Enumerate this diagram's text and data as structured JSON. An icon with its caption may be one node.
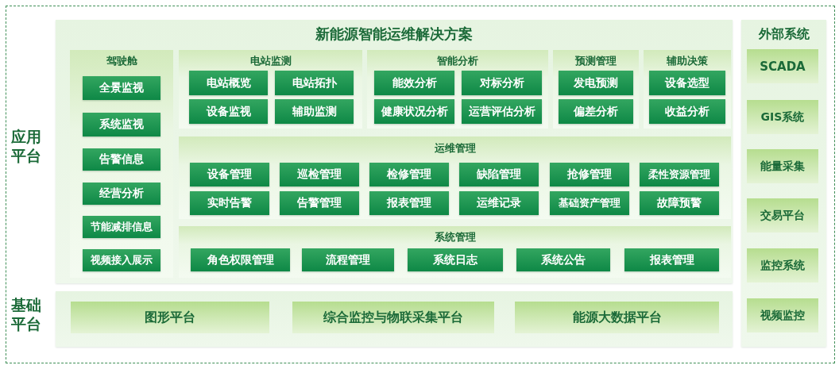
{
  "diagram": {
    "nodes": [
      {
        "text": [
          "新能源智能运维解决方案"
        ],
        "beside": [
          "应用平台"
        ]
      },
      {
        "text": [
          "驾驶舱"
        ],
        "in": 0
      },
      {
        "text": [
          "全景监视"
        ],
        "in": 1
      },
      {
        "text": [
          "系统监视"
        ],
        "in": 1
      },
      {
        "text": [
          "告警信息"
        ],
        "in": 1
      },
      {
        "text": [
          "经营分析"
        ],
        "in": 1
      },
      {
        "text": [
          "节能减排信息"
        ],
        "in": 1
      },
      {
        "text": [
          "视频接入展示"
        ],
        "in": 1
      },
      {
        "text": [
          "电站监测"
        ],
        "in": 0
      },
      {
        "text": [
          "电站概览"
        ],
        "in": 8
      },
      {
        "text": [
          "电站拓扑"
        ],
        "in": 8
      },
      {
        "text": [
          "设备监视"
        ],
        "in": 8
      },
      {
        "text": [
          "辅助监测"
        ],
        "in": 8
      },
      {
        "text": [
          "智能分析"
        ],
        "in": 0
      },
      {
        "text": [
          "能效分析"
        ],
        "in": 13
      },
      {
        "text": [
          "对标分析"
        ],
        "in": 13
      },
      {
        "text": [
          "健康状况分析"
        ],
        "in": 13
      },
      {
        "text": [
          "运营评估分析"
        ],
        "in": 13
      },
      {
        "text": [
          "预测管理"
        ],
        "in": 0
      },
      {
        "text": [
          "发电预测"
        ],
        "in": 18
      },
      {
        "text": [
          "偏差分析"
        ],
        "in": 18
      },
      {
        "text": [
          "辅助决策"
        ],
        "in": 0
      },
      {
        "text": [
          "设备选型"
        ],
        "in": 21
      },
      {
        "text": [
          "收益分析"
        ],
        "in": 21
      },
      {
        "text": [
          "运维管理"
        ],
        "in": 0
      },
      {
        "text": [
          "设备管理"
        ],
        "in": 24
      },
      {
        "text": [
          "巡检管理"
        ],
        "in": 24
      },
      {
        "text": [
          "检修管理"
        ],
        "in": 24
      },
      {
        "text": [
          "缺陷管理"
        ],
        "in": 24
      },
      {
        "text": [
          "抢修管理"
        ],
        "in": 24
      },
      {
        "text": [
          "柔性资源管理"
        ],
        "in": 24
      },
      {
        "text": [
          "实时告警"
        ],
        "in": 24
      },
      {
        "text": [
          "告警管理"
        ],
        "in": 24
      },
      {
        "text": [
          "报表管理"
        ],
        "in": 24
      },
      {
        "text": [
          "运维记录"
        ],
        "in": 24
      },
      {
        "text": [
          "基础资产管理"
        ],
        "in": 24
      },
      {
        "text": [
          "故障预警"
        ],
        "in": 24
      },
      {
        "text": [
          "系统管理"
        ],
        "in": 0
      },
      {
        "text": [
          "角色权限管理"
        ],
        "in": 37
      },
      {
        "text": [
          "流程管理"
        ],
        "in": 37
      },
      {
        "text": [
          "系统日志"
        ],
        "in": 37
      },
      {
        "text": [
          "系统公告"
        ],
        "in": 37
      },
      {
        "text": [
          "报表管理"
        ],
        "in": 37
      },
      {
        "text": [],
        "shape": "box",
        "beside": [
          "基础平台"
        ]
      },
      {
        "text": [
          "图形平台"
        ],
        "in": 43
      },
      {
        "text": [
          "综合监控与物联采集平台"
        ],
        "in": 43
      },
      {
        "text": [
          "能源大数据平台"
        ],
        "in": 43
      },
      {
        "text": [
          "外部系统"
        ]
      },
      {
        "text": [
          "SCADA"
        ],
        "in": 47
      },
      {
        "text": [
          "GIS系统"
        ],
        "in": 47
      },
      {
        "text": [
          "能量采集"
        ],
        "in": 47
      },
      {
        "text": [
          "交易平台"
        ],
        "in": 47
      },
      {
        "text": [
          "监控系统"
        ],
        "in": 47
      },
      {
        "text": [
          "视频监控"
        ],
        "in": 47
      }
    ]
  }
}
